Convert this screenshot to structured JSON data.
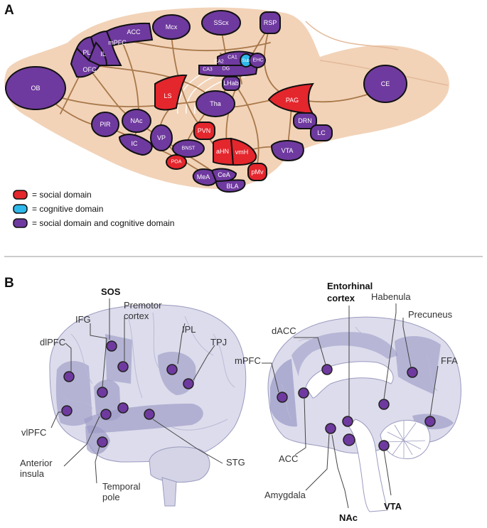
{
  "panel_a": {
    "letter": "A",
    "regions": {
      "ob": "OB",
      "acc": "ACC",
      "mcx": "Mcx",
      "sscx": "SScx",
      "rsp": "RSP",
      "mpfc": "mPFC",
      "pl": "PL",
      "il": "IL",
      "ofc": "OFC",
      "ca1": "CA1",
      "ca2": "CA2",
      "ca3": "CA3",
      "dg": "DG",
      "sub": "Sub",
      "ehc": "EHC",
      "ls": "LS",
      "lhab": "LHab",
      "tha": "Tha",
      "pag": "PAG",
      "ce": "CE",
      "pir": "PIR",
      "nac": "NAc",
      "vp": "VP",
      "ic": "IC",
      "pvn": "PVN",
      "bnst": "BNST",
      "poa": "POA",
      "ahn": "aHN",
      "vmh": "vmH",
      "drn": "DRN",
      "lc": "LC",
      "vta": "VTA",
      "mea": "MeA",
      "cea": "CeA",
      "bla": "BLA",
      "pmv": "pMv"
    },
    "legend": [
      {
        "color": "#e4262d",
        "text": "= social domain"
      },
      {
        "color": "#2fb8ea",
        "text": "= cognitive domain"
      },
      {
        "color": "#6f3a9f",
        "text": "= social domain and cognitive domain"
      }
    ]
  },
  "panel_b": {
    "letter": "B",
    "lateral_labels": {
      "sos": "SOS",
      "premotor1": "Premotor",
      "premotor2": "cortex",
      "ifg": "IFG",
      "ipl": "IPL",
      "tpj": "TPJ",
      "dlpfc": "dlPFC",
      "vlpfc": "vlPFC",
      "ai1": "Anterior",
      "ai2": "insula",
      "tp1": "Temporal",
      "tp2": "pole",
      "stg": "STG"
    },
    "medial_labels": {
      "ent1": "Entorhinal",
      "ent2": "cortex",
      "habenula": "Habenula",
      "precuneus": "Precuneus",
      "dacc": "dACC",
      "mpfc": "mPFC",
      "ffa": "FFA",
      "acc": "ACC",
      "amygdala": "Amygdala",
      "nac": "NAc",
      "vta": "VTA"
    }
  },
  "colors": {
    "purple": "#6f3a9f",
    "red": "#e4262d",
    "cyan": "#2fb8ea",
    "tissue": "#f2d3b8",
    "tract": "#a8784a",
    "human_brain": "#dcdcec",
    "human_region": "#9e9cc8",
    "dot": "#6f3a9f"
  }
}
